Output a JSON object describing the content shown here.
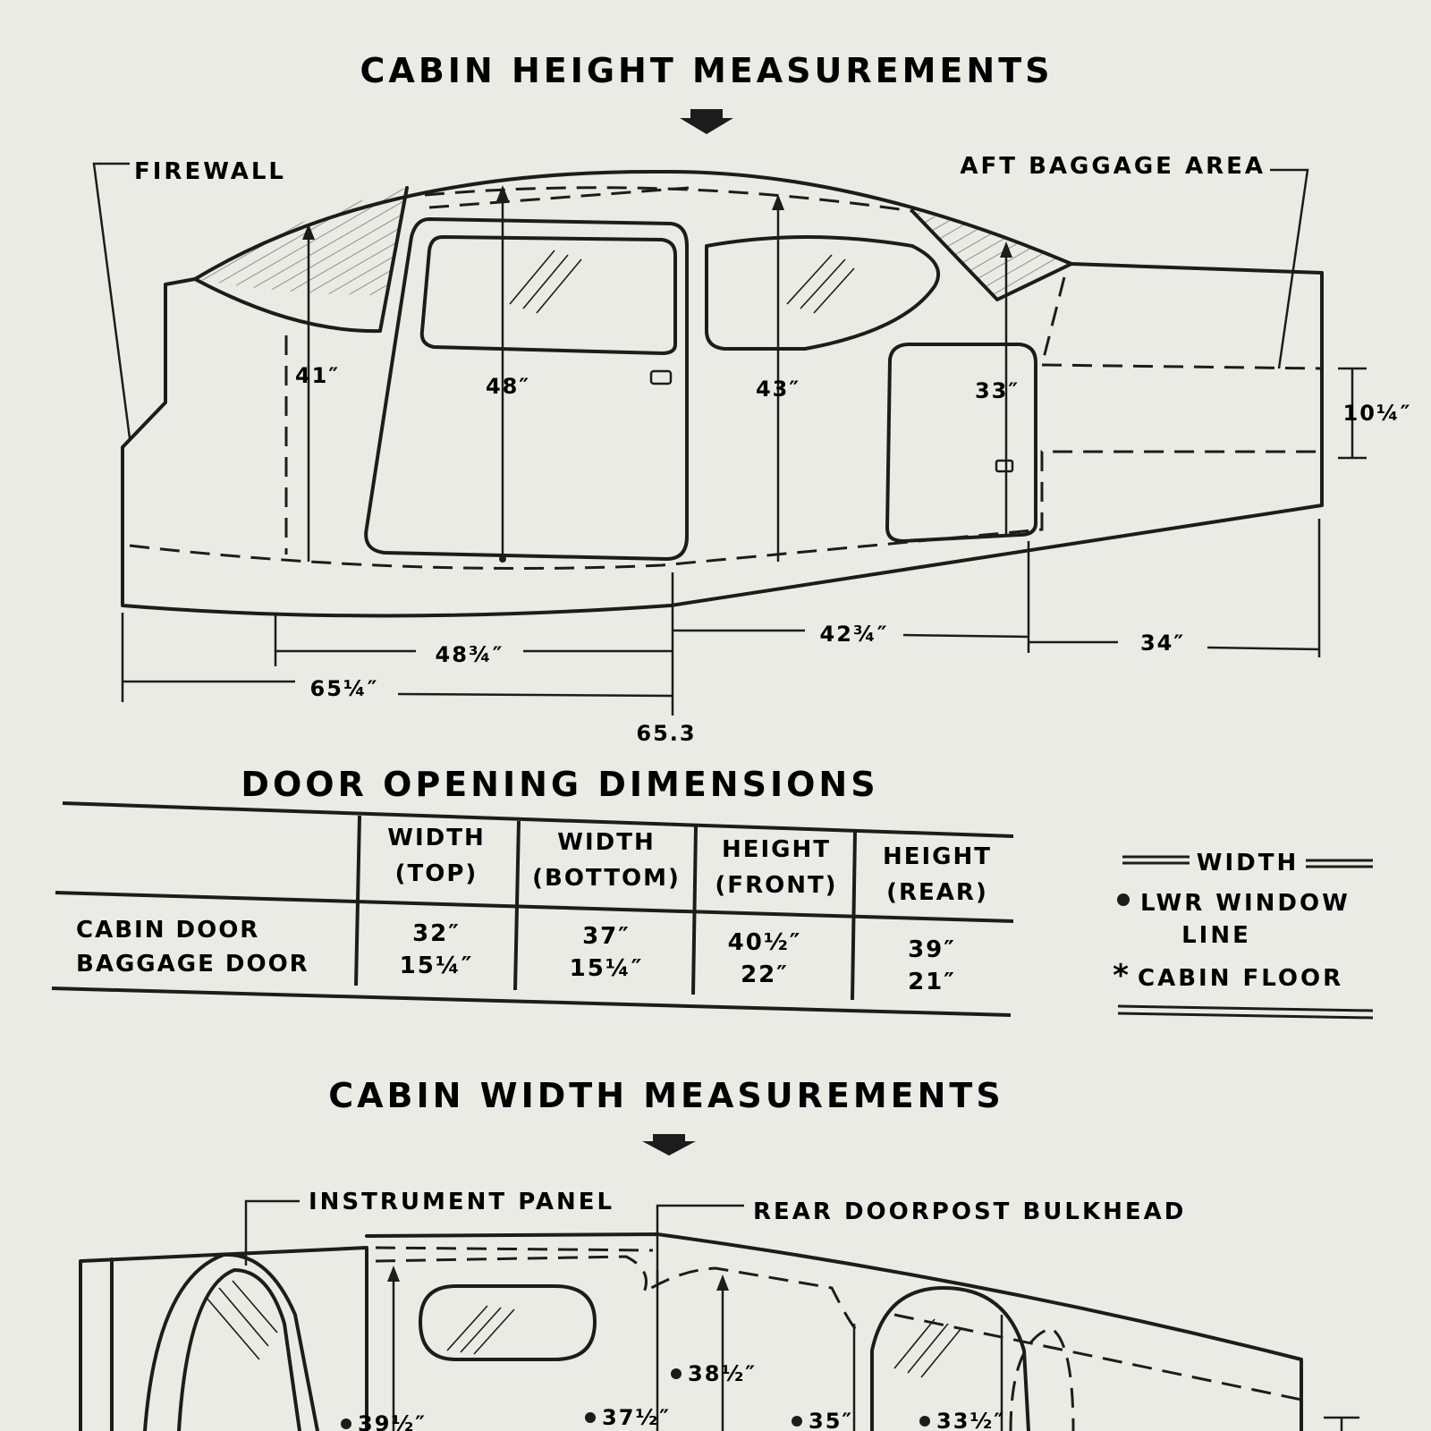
{
  "titles": {
    "height": "CABIN HEIGHT MEASUREMENTS",
    "door": "DOOR OPENING DIMENSIONS",
    "width": "CABIN WIDTH MEASUREMENTS"
  },
  "callouts": {
    "firewall": "FIREWALL",
    "aft_baggage": "AFT BAGGAGE AREA",
    "instrument_panel": "INSTRUMENT PANEL",
    "rear_doorpost": "REAR DOORPOST BULKHEAD"
  },
  "heights": {
    "h41": "41″",
    "h48": "48″",
    "h43": "43″",
    "h33": "33″",
    "h10": "10¼″"
  },
  "lengths": {
    "l48": "48¾″",
    "l65": "65¼″",
    "l42": "42¾″",
    "l34": "34″",
    "station": "65.3"
  },
  "table": {
    "headers": [
      [
        "WIDTH",
        "(TOP)"
      ],
      [
        "WIDTH",
        "(BOTTOM)"
      ],
      [
        "HEIGHT",
        "(FRONT)"
      ],
      [
        "HEIGHT",
        "(REAR)"
      ]
    ],
    "rows": [
      {
        "name": "CABIN DOOR",
        "values": [
          "32″",
          "37″",
          "40½″",
          "39″"
        ]
      },
      {
        "name": "BAGGAGE DOOR",
        "values": [
          "15¼″",
          "15¼″",
          "22″",
          "21″"
        ]
      }
    ]
  },
  "legend": {
    "width": "WIDTH",
    "lwr_window_1": "LWR WINDOW",
    "lwr_window_2": "LINE",
    "cabin_floor": "CABIN FLOOR"
  },
  "widths": {
    "w39": "39½″",
    "w37": "37½″",
    "w38": "38½″",
    "w35": "35″",
    "w33": "33½″"
  }
}
